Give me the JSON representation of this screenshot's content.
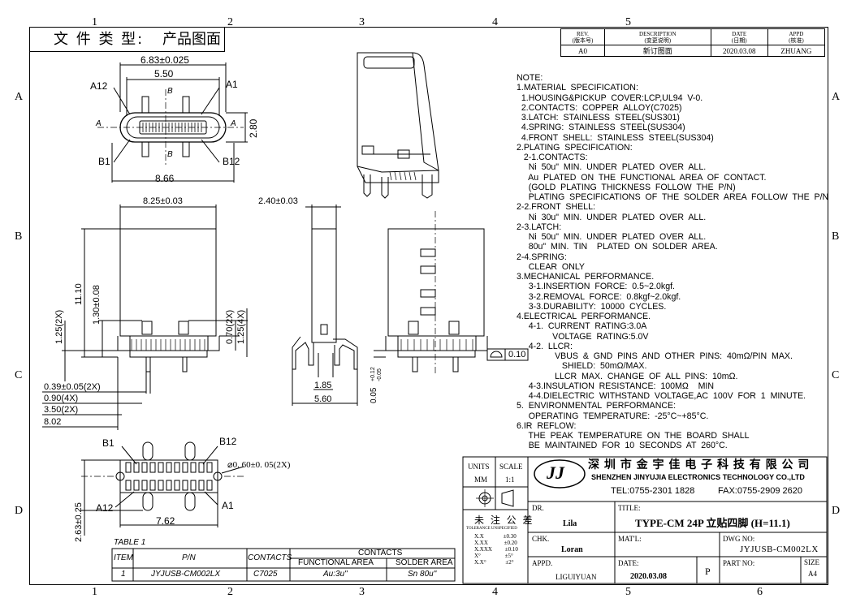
{
  "drawing_type_label": "文 件 类 型:",
  "drawing_type_value": "产品图面",
  "zones": {
    "top": [
      "1",
      "2",
      "3",
      "4",
      "5"
    ],
    "bottom": [
      "1",
      "2",
      "3",
      "4",
      "5",
      "6"
    ],
    "left": [
      "A",
      "B",
      "C",
      "D"
    ],
    "right": [
      "A",
      "B",
      "C",
      "D"
    ]
  },
  "revision": {
    "headers": [
      [
        "REV.",
        "(版本号)"
      ],
      [
        "DESCRIPTION",
        "(变更说明)"
      ],
      [
        "DATE",
        "(日期)"
      ],
      [
        "APPD",
        "(核准)"
      ]
    ],
    "row": [
      "A0",
      "新订图面",
      "2020.03.08",
      "ZHUANG"
    ]
  },
  "dims": {
    "d1": "6.83±0.025",
    "d2": "5.50",
    "d3": "2.80",
    "d4": "8.66",
    "a12": "A12",
    "a1": "A1",
    "b1": "B1",
    "b12": "B12",
    "secA": "A",
    "secB": "B",
    "d5": "8.25±0.03",
    "d6": "11.10",
    "d7": "1.30±0.08",
    "d8": "1.25(2X)",
    "d9": "0.70(2X)",
    "d10": "1.25(4X)",
    "d11": "0.39±0.05(2X)",
    "d12": "0.90(4X)",
    "d13": "3.50(2X)",
    "d14": "8.02",
    "d15": "2.40±0.03",
    "d16": "1.85",
    "d17": "5.60",
    "d18": "0.05",
    "d19": "+0.12",
    "d20": "-0.05",
    "d21": "0.10",
    "d22": "⌀0. 60±0. 05(2X)",
    "d23": "7.62",
    "d24": "2.63±0.25"
  },
  "notes": [
    "NOTE:",
    "1.MATERIAL  SPECIFICATION:",
    "  1.HOUSING&PICKUP  COVER:LCP,UL94  V-0.",
    "  2.CONTACTS:  COPPER  ALLOY(C7025)",
    "  3.LATCH:  STAINLESS  STEEL(SUS301)",
    "  4.SPRING:  STAINLESS  STEEL(SUS304)",
    "  4.FRONT  SHELL:  STAINLESS  STEEL(SUS304)",
    "2.PLATING  SPECIFICATION:",
    "   2-1.CONTACTS:",
    "     Ni  50u\"  MIN.  UNDER  PLATED  OVER  ALL.",
    "     Au  PLATED  ON  THE  FUNCTIONAL  AREA  OF  CONTACT.",
    "     (GOLD  PLATING  THICKNESS  FOLLOW  THE  P/N)",
    "     PLATING  SPECIFICATIONS  OF  THE  SOLDER  AREA  FOLLOW  THE  P/N",
    "2-2.FRONT  SHELL:",
    "     Ni  30u\"  MIN.  UNDER  PLATED  OVER  ALL.",
    "2-3.LATCH:",
    "     Ni  50u\"  MIN.  UNDER  PLATED  OVER  ALL.",
    "     80u\"  MIN.  TIN    PLATED  ON  SOLDER  AREA.",
    "2-4.SPRING:",
    "     CLEAR  ONLY",
    "3.MECHANICAL  PERFORMANCE.",
    "     3-1.INSERTION  FORCE:  0.5~2.0kgf.",
    "     3-2.REMOVAL  FORCE:  0.8kgf~2.0kgf.",
    "     3-3.DURABILITY:  10000  CYCLES.",
    "4.ELECTRICAL  PERFORMANCE.",
    "     4-1.  CURRENT  RATING:3.0A",
    "               VOLTAGE  RATING:5.0V",
    "     4-2.  LLCR:",
    "                VBUS  &  GND  PINS  AND  OTHER  PINS:  40mΩ/PIN  MAX.",
    "                   SHIELD:  50mΩ/MAX.",
    "                LLCR  MAX.  CHANGE  OF  ALL  PINS:  10mΩ.",
    "     4-3.INSULATION  RESISTANCE:  100MΩ    MIN",
    "     4-4.DIELECTRIC  WITHSTAND  VOLTAGE,AC  100V  FOR  1  MINUTE.",
    "5.  ENVIRONMENTAL  PERFORMANCE:",
    "     OPERATING  TEMPERATURE:  -25°C~+85°C.",
    "6.IR  REFLOW:",
    "     THE  PEAK  TEMPERATURE  ON  THE  BOARD  SHALL",
    "     BE  MAINTAINED  FOR  10  SECONDS  AT  260°C."
  ],
  "table1": {
    "caption": "TABLE 1",
    "contacts_header": "CONTACTS",
    "headers": [
      "ITEM",
      "P/N",
      "CONTACTS",
      "FUNCTIONAL AREA",
      "SOLDER AREA"
    ],
    "row": [
      "1",
      "JYJUSB-CM002LX",
      "C7025",
      "Au:3u\"",
      "Sn 80u\""
    ]
  },
  "title_block": {
    "units_label": "UNITS",
    "units_value": "MM",
    "scale_label": "SCALE",
    "scale_value": "1:1",
    "tolerance_title": "未 注 公 差",
    "tolerance_sub": "TOLERANCE UNSPECIFIED",
    "tolerances": [
      [
        "X.X",
        "±0.30"
      ],
      [
        "X.XX",
        "±0.20"
      ],
      [
        "X.XXX",
        "±0.10"
      ],
      [
        "X°",
        "±5°"
      ],
      [
        "X.X°",
        "±2°"
      ]
    ],
    "company_cn": "深 圳 市 金 宇 佳 电 子 科 技 有 限 公 司",
    "company_en": "SHENZHEN JINYUJIA ELECTRONICS TECHNOLOGY CO.,LTD",
    "tel": "TEL:0755-2301 1828",
    "fax": "FAX:0755-2909 2620",
    "logo": "JJ",
    "dr_label": "DR.",
    "dr_value": "Lila",
    "title_label": "TITLE:",
    "title_value": "TYPE-CM 24P 立贴四脚 (H=11.1)",
    "chk_label": "CHK.",
    "chk_value": "Loran",
    "matl_label": "MAT'L:",
    "dwg_label": "DWG NO:",
    "dwg_value": "JYJUSB-CM002LX",
    "appd_label": "APPD.",
    "appd_value": "LIGUIYUAN",
    "date_label": "DATE:",
    "date_value": "2020.03.08",
    "p_label": "P",
    "part_label": "PART NO:",
    "size_label": "SIZE",
    "size_value": "A4"
  }
}
